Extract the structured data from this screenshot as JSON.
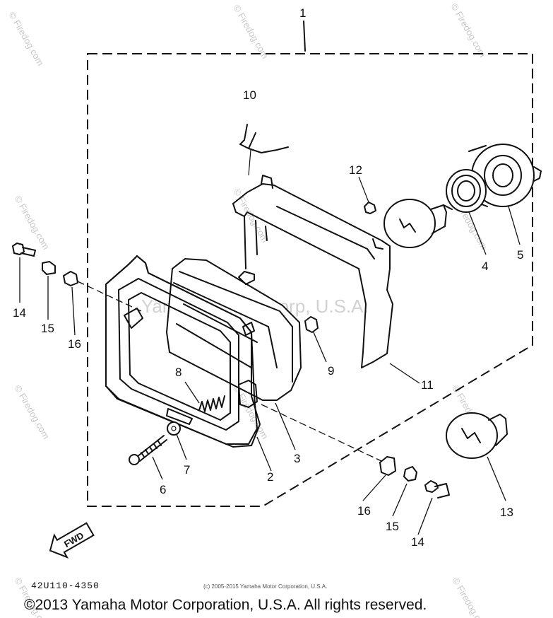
{
  "watermarks": {
    "small": "© Firedog.com",
    "center": "Yamaha Motor Corp, U.S.A."
  },
  "callouts": {
    "c1": "1",
    "c2": "2",
    "c3": "3",
    "c4": "4",
    "c5": "5",
    "c6": "6",
    "c7": "7",
    "c8": "8",
    "c9": "9",
    "c10": "10",
    "c11": "11",
    "c12": "12",
    "c13": "13",
    "c14_left": "14",
    "c15_left": "15",
    "c16_left": "16",
    "c14_right": "14",
    "c15_right": "15",
    "c16_right": "16"
  },
  "fwd_label": "FWD",
  "diagram_code": "42U110-4350",
  "small_copyright": "(c) 2005-2015 Yamaha Motor Corporation, U.S.A.",
  "footer_copyright": "©2013 Yamaha Motor Corporation, U.S.A. All rights reserved."
}
